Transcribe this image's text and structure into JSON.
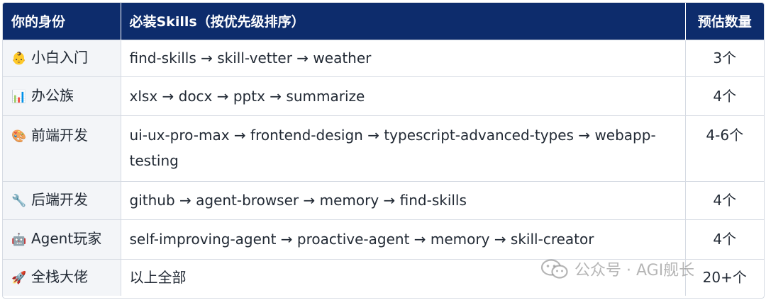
{
  "table": {
    "headers": [
      "你的身份",
      "必装Skills（按优先级排序）",
      "预估数量"
    ],
    "rows": [
      {
        "icon": "baby-icon",
        "glyph": "👶",
        "role": "小白入门",
        "skills": "find-skills → skill-vetter → weather",
        "count": "3个"
      },
      {
        "icon": "bar-chart-icon",
        "glyph": "📊",
        "role": "办公族",
        "skills": "xlsx → docx → pptx → summarize",
        "count": "4个"
      },
      {
        "icon": "palette-icon",
        "glyph": "🎨",
        "role": "前端开发",
        "skills": "ui-ux-pro-max → frontend-design → typescript-advanced-types → webapp-testing",
        "count": "4-6个"
      },
      {
        "icon": "wrench-icon",
        "glyph": "🔧",
        "role": "后端开发",
        "skills": "github → agent-browser → memory → find-skills",
        "count": "4个"
      },
      {
        "icon": "robot-icon",
        "glyph": "🤖",
        "role": "Agent玩家",
        "skills": "self-improving-agent → proactive-agent → memory → skill-creator",
        "count": "4个"
      },
      {
        "icon": "rocket-icon",
        "glyph": "🚀",
        "role": "全栈大佬",
        "skills": "以上全部",
        "count": "20+个"
      }
    ]
  },
  "watermark": {
    "text": "公众号 · AGI舰长",
    "icon": "wechat-icon"
  }
}
